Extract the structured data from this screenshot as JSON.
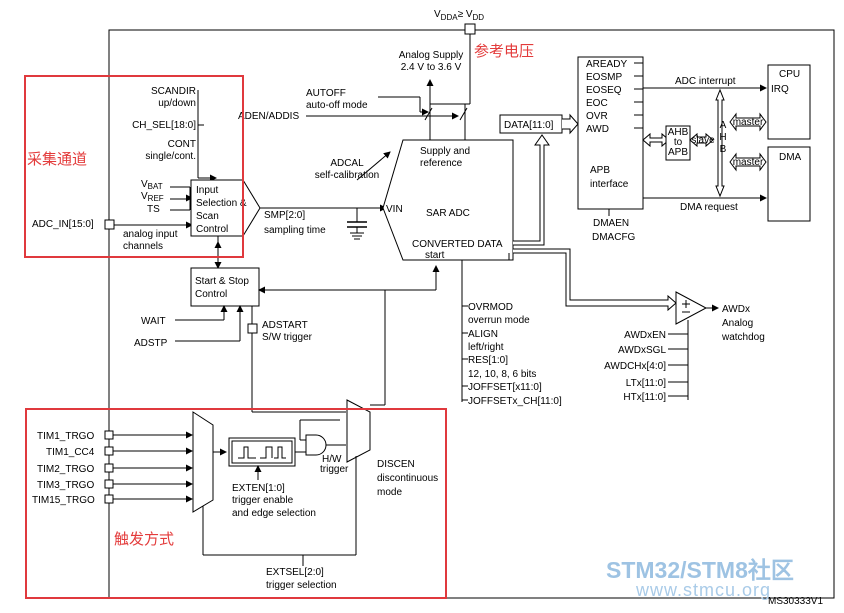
{
  "supply": {
    "vdda": "V",
    "vdda_sub": "DDA",
    "ge": "≥ V",
    "vdd_sub": "DD"
  },
  "analog_supply": {
    "line1": "Analog Supply",
    "line2": "2.4 V to 3.6 V"
  },
  "annotations": {
    "ref_voltage": "参考电压",
    "sampling_channels": "采集通道",
    "trigger_mode": "触发方式"
  },
  "autoff": {
    "name": "AUTOFF",
    "desc": "auto-off mode"
  },
  "aden": "ADEN/ADDIS",
  "adcal": {
    "name": "ADCAL",
    "desc": "self-calibration"
  },
  "left_signals": {
    "scandir": "SCANDIR",
    "scandir_desc": "up/down",
    "chsel": "CH_SEL[18:0]",
    "cont": "CONT",
    "cont_desc": "single/cont.",
    "vbat": "V",
    "vbat_sub": "BAT",
    "vref": "V",
    "vref_sub": "REF",
    "ts": "TS",
    "adc_in": "ADC_IN[15:0]",
    "analog_input": "analog input",
    "channels": "channels"
  },
  "input_sel": {
    "l1": "Input",
    "l2": "Selection &",
    "l3": "Scan",
    "l4": "Control"
  },
  "smp": {
    "name": "SMP[2:0]",
    "desc": "sampling time"
  },
  "sar": {
    "supply": "Supply and",
    "reference": "reference",
    "vin": "VIN",
    "name": "SAR ADC",
    "converted": "CONVERTED DATA",
    "start": "start"
  },
  "data": "DATA[11:0]",
  "flags": [
    "AREADY",
    "EOSMP",
    "EOSEQ",
    "EOC",
    "OVR",
    "AWD"
  ],
  "apb": {
    "l1": "APB",
    "l2": "interface"
  },
  "dmaen": "DMAEN",
  "dmacfg": "DMACFG",
  "ahb": {
    "l1": "AHB",
    "l2": "to",
    "l3": "APB"
  },
  "slave": "slave",
  "ahb_bus": [
    "A",
    "H",
    "B"
  ],
  "master": "master",
  "adc_interrupt": "ADC interrupt",
  "dma_request": "DMA request",
  "cpu": {
    "name": "CPU",
    "irq": "IRQ"
  },
  "dma": "DMA",
  "start_stop": {
    "l1": "Start & Stop",
    "l2": "Control"
  },
  "wait": "WAIT",
  "adstp": "ADSTP",
  "adstart": {
    "name": "ADSTART",
    "desc": "S/W trigger"
  },
  "ovrmod": {
    "name": "OVRMOD",
    "desc": "overrun mode"
  },
  "align": {
    "name": "ALIGN",
    "desc": "left/right"
  },
  "res": {
    "name": "RES[1:0]",
    "desc": "12, 10, 8, 6 bits"
  },
  "joffset": "JOFFSET[x11:0]",
  "joffset_ch": "JOFFSETx_CH[11:0]",
  "awd": {
    "name": "AWDx",
    "desc1": "Analog",
    "desc2": "watchdog"
  },
  "awd_inputs": [
    "AWDxEN",
    "AWDxSGL",
    "AWDCHx[4:0]",
    "LTx[11:0]",
    "HTx[11:0]"
  ],
  "triggers": [
    "TIM1_TRGO",
    "TIM1_CC4",
    "TIM2_TRGO",
    "TIM3_TRGO",
    "TIM15_TRGO"
  ],
  "exten": {
    "name": "EXTEN[1:0]",
    "desc1": "trigger enable",
    "desc2": "and edge selection"
  },
  "hw": {
    "name": "H/W",
    "desc": "trigger"
  },
  "discen": {
    "name": "DISCEN",
    "desc1": "discontinuous",
    "desc2": "mode"
  },
  "extsel": {
    "name": "EXTSEL[2:0]",
    "desc": "trigger selection"
  },
  "watermark": {
    "brand": "STM32/STM8社区",
    "url": "www.stmcu.org"
  },
  "doc_id": "MS30333V1"
}
